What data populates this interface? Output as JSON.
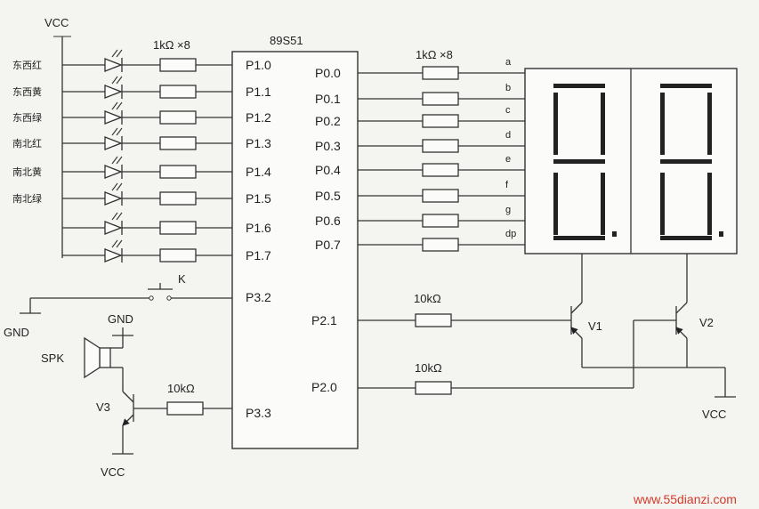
{
  "title": "89S51",
  "labels": {
    "vcc": "VCC",
    "gnd": "GND",
    "res_1k_x8": "1kΩ ×8",
    "res_10k": "10kΩ",
    "switch": "K",
    "speaker": "SPK",
    "v1": "V1",
    "v2": "V2",
    "v3": "V3"
  },
  "leds": [
    "东西红",
    "东西黄",
    "东西绿",
    "南北红",
    "南北黄",
    "南北绿",
    "",
    ""
  ],
  "p1_pins": [
    "P1.0",
    "P1.1",
    "P1.2",
    "P1.3",
    "P1.4",
    "P1.5",
    "P1.6",
    "P1.7"
  ],
  "p0_pins": [
    "P0.0",
    "P0.1",
    "P0.2",
    "P0.3",
    "P0.4",
    "P0.5",
    "P0.6",
    "P0.7"
  ],
  "segments": [
    "a",
    "b",
    "c",
    "d",
    "e",
    "f",
    "g",
    "dp"
  ],
  "p3_2": "P3.2",
  "p3_3": "P3.3",
  "p2_1": "P2.1",
  "p2_0": "P2.0",
  "watermark": "www.55dianzi.com"
}
